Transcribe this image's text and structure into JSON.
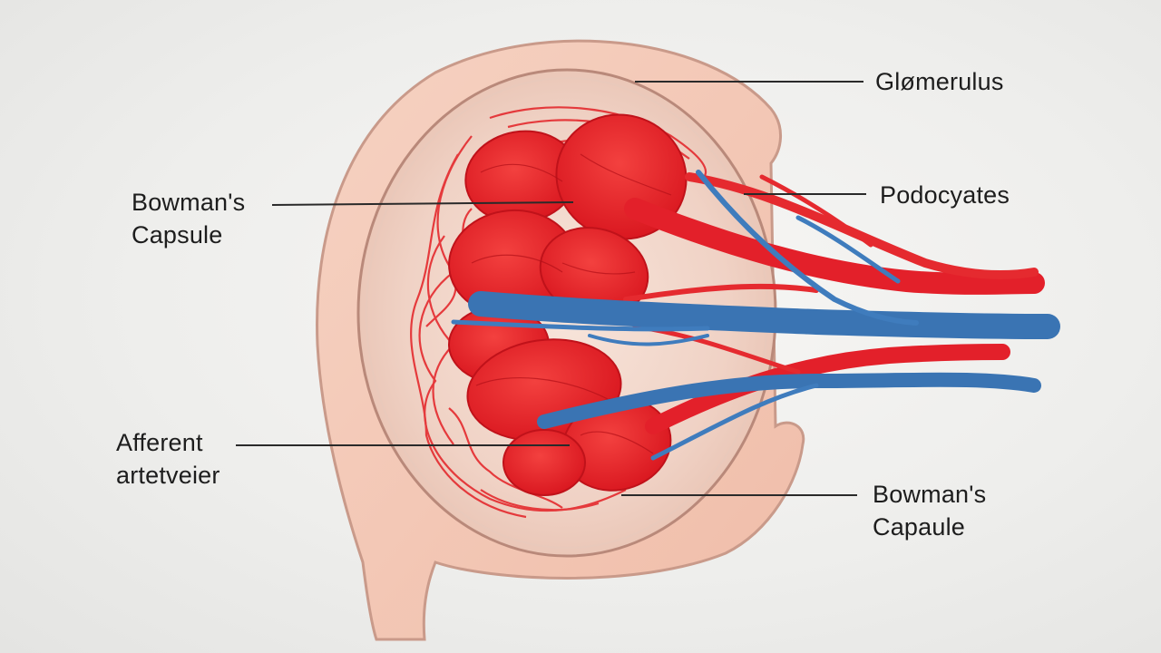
{
  "labels": {
    "glomerulus": "Glømerulus",
    "podocytes": "Podocyates",
    "bowman_left_line1": "Bowman's",
    "bowman_left_line2": "Capsule",
    "afferent_line1": "Afferent",
    "afferent_line2": "artetveier",
    "bowman_right_line1": "Bowman's",
    "bowman_right_line2": "Capaule"
  },
  "colors": {
    "capsule_outer": "#f3c6b4",
    "capsule_outline": "#c99a8a",
    "capsule_inner": "#f1d7cc",
    "artery_red": "#e8202a",
    "vein_blue": "#3c78b8",
    "leader_line": "#2a2a2a"
  }
}
